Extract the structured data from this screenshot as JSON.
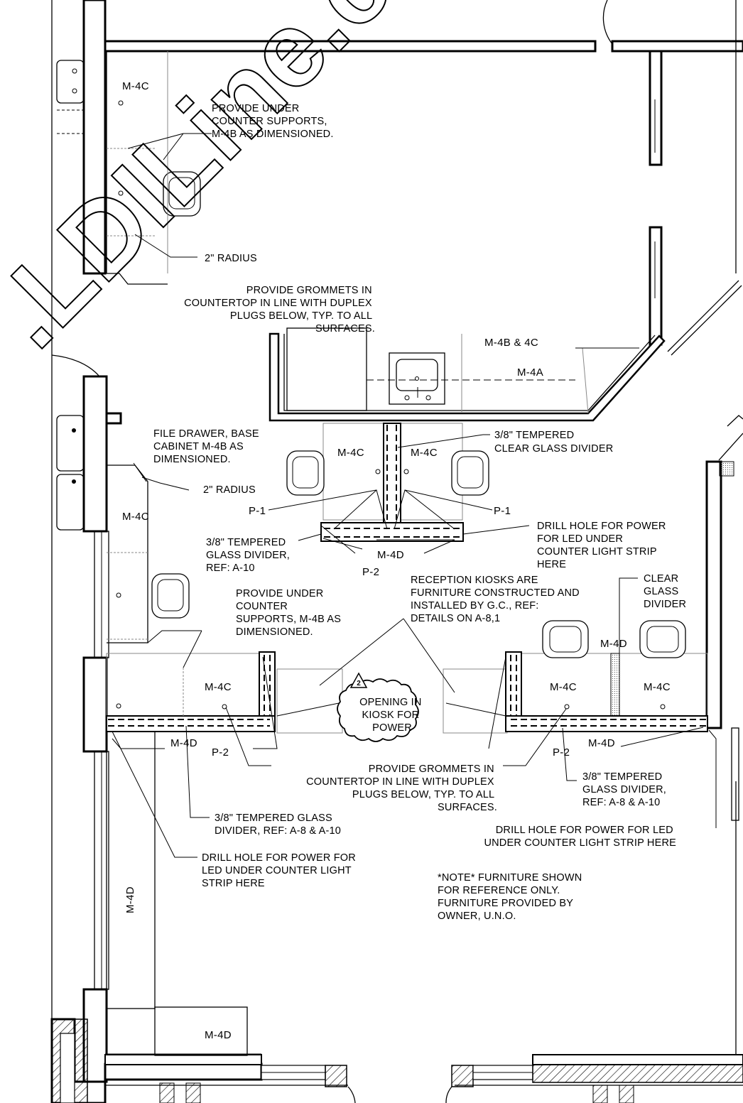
{
  "watermark": ".LDILine.com",
  "tags": {
    "m4c_top_left": "M-4C",
    "m4b_4c": "M-4B & 4C",
    "m4a": "M-4A",
    "m4c_kiosk_left": "M-4C",
    "m4c_kiosk_right": "M-4C",
    "p1_left": "P-1",
    "p1_right": "P-1",
    "m4d_mid": "M-4D",
    "p2_mid": "P-2",
    "m4c_left_desk": "M-4C",
    "m4c_lower_left": "M-4C",
    "m4d_lower_left": "M-4D",
    "p2_lower_left": "P-2",
    "m4c_lower_right_a": "M-4C",
    "m4c_lower_right_b": "M-4C",
    "m4d_divider": "M-4D",
    "m4d_lower_right": "M-4D",
    "p2_lower_right": "P-2",
    "m4d_vertical": "M-4D",
    "m4d_bottom": "M-4D",
    "revision": "2"
  },
  "notes": {
    "under_supports_top": [
      "PROVIDE UNDER",
      "COUNTER SUPPORTS,",
      "M-4B AS DIMENSIONED."
    ],
    "radius_top": "2\" RADIUS",
    "grommets_top": [
      "PROVIDE GROMMETS IN",
      "COUNTERTOP IN LINE WITH DUPLEX",
      "PLUGS BELOW, TYP. TO ALL",
      "SURFACES."
    ],
    "file_drawer": [
      "FILE DRAWER, BASE",
      "CABINET M-4B AS",
      "DIMENSIONED."
    ],
    "radius_mid": "2\" RADIUS",
    "tempered_clear": [
      "3/8\" TEMPERED",
      "CLEAR GLASS DIVIDER"
    ],
    "tempered_left": [
      "3/8\" TEMPERED",
      "GLASS DIVIDER,",
      "REF: A-10"
    ],
    "drill_top": [
      "DRILL HOLE FOR POWER",
      "FOR LED UNDER",
      "COUNTER LIGHT STRIP",
      "HERE"
    ],
    "reception": [
      "RECEPTION KIOSKS ARE",
      "FURNITURE CONSTRUCTED AND",
      "INSTALLED BY G.C., REF:",
      "DETAILS ON A-8,1"
    ],
    "clear_glass": [
      "CLEAR",
      "GLASS",
      "DIVIDER"
    ],
    "under_supports_mid": [
      "PROVIDE UNDER",
      "COUNTER",
      "SUPPORTS, M-4B AS",
      "DIMENSIONED."
    ],
    "opening": [
      "OPENING IN",
      "KIOSK FOR",
      "POWER"
    ],
    "grommets_bottom": [
      "PROVIDE GROMMETS IN",
      "COUNTERTOP IN LINE WITH DUPLEX",
      "PLUGS BELOW, TYP. TO ALL",
      "SURFACES."
    ],
    "tempered_right": [
      "3/8\" TEMPERED",
      "GLASS DIVIDER,",
      "REF: A-8 & A-10"
    ],
    "tempered_bottom": [
      "3/8\" TEMPERED GLASS",
      "DIVIDER, REF: A-8 & A-10"
    ],
    "drill_right": [
      "DRILL HOLE FOR POWER FOR LED",
      "UNDER COUNTER LIGHT STRIP HERE"
    ],
    "drill_left": [
      "DRILL HOLE FOR POWER FOR",
      "LED UNDER COUNTER LIGHT",
      "STRIP HERE"
    ],
    "furniture_note": [
      "*NOTE* FURNITURE SHOWN",
      "FOR REFERENCE ONLY.",
      "FURNITURE PROVIDED BY",
      "OWNER, U.N.O."
    ]
  }
}
